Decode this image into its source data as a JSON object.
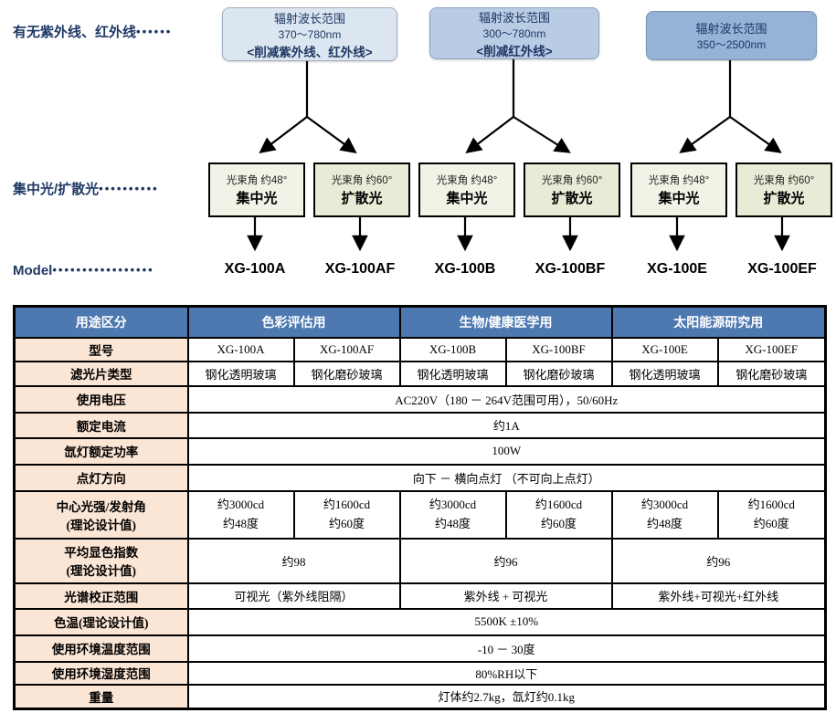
{
  "colors": {
    "navy_text": "#1f3864",
    "wavebox1_bg": "#dce6f1",
    "wavebox2_bg": "#b8cce4",
    "wavebox3_bg": "#95b3d7",
    "beambox_concentrated_bg": "#f2f2e6",
    "beambox_diffused_bg": "#e7ecd6",
    "table_header_bg": "#4d79b0",
    "table_label_bg": "#fbe5d5",
    "arrow_color": "#000000"
  },
  "diagram": {
    "labels": {
      "uv_ir": "有无紫外线、红外线",
      "uv_ir_dots": "••••••",
      "beam": "集中光/扩散光",
      "beam_dots": "••••••••••",
      "model": "Model",
      "model_dots": "•••••••••••••••••"
    },
    "wavelength_boxes": [
      {
        "title": "辐射波长范围",
        "range": "370～780nm",
        "note": "<削减紫外线、红外线>"
      },
      {
        "title": "辐射波长范围",
        "range": "300～780nm",
        "note": "<削减红外线>"
      },
      {
        "title": "辐射波长范围",
        "range": "350～2500nm",
        "note": ""
      }
    ],
    "beam_boxes": [
      {
        "angle": "光束角 约48°",
        "mode": "集中光"
      },
      {
        "angle": "光束角 约60°",
        "mode": "扩散光"
      },
      {
        "angle": "光束角 约48°",
        "mode": "集中光"
      },
      {
        "angle": "光束角 约60°",
        "mode": "扩散光"
      },
      {
        "angle": "光束角 约48°",
        "mode": "集中光"
      },
      {
        "angle": "光束角 约60°",
        "mode": "扩散光"
      }
    ],
    "models": [
      "XG-100A",
      "XG-100AF",
      "XG-100B",
      "XG-100BF",
      "XG-100E",
      "XG-100EF"
    ]
  },
  "table": {
    "header": {
      "usage": "用途区分",
      "groups": [
        "色彩评估用",
        "生物/健康医学用",
        "太阳能源研究用"
      ]
    },
    "model_row": {
      "label": "型号",
      "cells": [
        "XG-100A",
        "XG-100AF",
        "XG-100B",
        "XG-100BF",
        "XG-100E",
        "XG-100EF"
      ]
    },
    "filter_row": {
      "label": "滤光片类型",
      "cells": [
        "钢化透明玻璃",
        "钢化磨砂玻璃",
        "钢化透明玻璃",
        "钢化磨砂玻璃",
        "钢化透明玻璃",
        "钢化磨砂玻璃"
      ]
    },
    "voltage_row": {
      "label": "使用电压",
      "value": "AC220V（180 － 264V范围可用），50/60Hz"
    },
    "current_row": {
      "label": "额定电流",
      "value": "约1A"
    },
    "power_row": {
      "label": "氙灯额定功率",
      "value": "100W"
    },
    "direction_row": {
      "label": "点灯方向",
      "value": "向下 － 横向点灯 （不可向上点灯）"
    },
    "intensity_row": {
      "label1": "中心光强/发射角",
      "label2": "(理论设计值)",
      "cells": [
        {
          "cd": "约3000cd",
          "deg": "约48度"
        },
        {
          "cd": "约1600cd",
          "deg": "约60度"
        },
        {
          "cd": "约3000cd",
          "deg": "约48度"
        },
        {
          "cd": "约1600cd",
          "deg": "约60度"
        },
        {
          "cd": "约3000cd",
          "deg": "约48度"
        },
        {
          "cd": "约1600cd",
          "deg": "约60度"
        }
      ]
    },
    "cri_row": {
      "label1": "平均显色指数",
      "label2": "(理论设计值)",
      "cells": [
        "约98",
        "约96",
        "约96"
      ]
    },
    "spectrum_row": {
      "label": "光谱校正范围",
      "cells": [
        "可视光（紫外线阻隔）",
        "紫外线 + 可视光",
        "紫外线+可视光+红外线"
      ]
    },
    "color_temp_row": {
      "label": "色温(理论设计值)",
      "value": "5500K ±10%"
    },
    "amb_temp_row": {
      "label": "使用环境温度范围",
      "value": "-10 － 30度"
    },
    "humidity_row": {
      "label": "使用环境湿度范围",
      "value": "80%RH以下"
    },
    "weight_row": {
      "label": "重量",
      "value": "灯体约2.7kg，氙灯约0.1kg"
    }
  }
}
